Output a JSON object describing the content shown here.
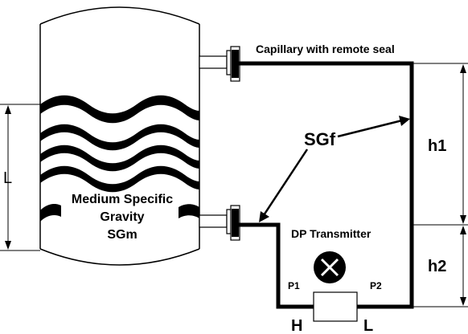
{
  "labels": {
    "capillary": "Capillary with remote seal",
    "sgf": "SGf",
    "h1": "h1",
    "h2": "h2",
    "level": "L",
    "medium_line1": "Medium Specific",
    "medium_line2": "Gravity",
    "medium_line3": "SGm",
    "dp_transmitter": "DP Transmitter",
    "p1": "P1",
    "p2": "P2",
    "high_side": "H",
    "low_side": "L"
  },
  "icons": {
    "transmitter_symbol": "circle-x-icon"
  },
  "colors": {
    "line": "#000000",
    "background": "#ffffff"
  }
}
